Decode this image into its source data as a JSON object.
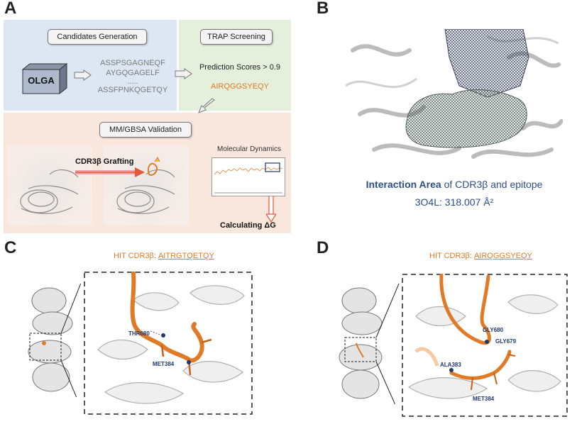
{
  "panels": {
    "a": "A",
    "b": "B",
    "c": "C",
    "d": "D"
  },
  "panel_a": {
    "candidates_title": "Candidates Generation",
    "trap_title": "TRAP Screening",
    "validation_title": "MM/GBSA Validation",
    "olga_label": "OLGA",
    "sequences": [
      "ASSPSGAGNEQF",
      "AYGQGAGELF",
      ".....",
      "ASSFPNKQGETQY"
    ],
    "prediction_label": "Prediction Scores > 0.9",
    "selected_sequence": "AIRQGGSYEQY",
    "grafting_label": "CDR3β Grafting",
    "md_label": "Molecular Dynamics",
    "calc_label": "Calculating ΔG",
    "colors": {
      "blue_bg": "#dde6f3",
      "green_bg": "#e4efdc",
      "pink_bg": "#f9e6dc",
      "accent": "#e07a26"
    }
  },
  "panel_b": {
    "interaction_bold": "Interaction Area",
    "interaction_rest": " of CDR3β and epitope",
    "area_value": "3O4L: 318.007 Å²"
  },
  "panel_c": {
    "hit_prefix": "HIT CDR3β: ",
    "hit_sequence": "AITRGTQETQY",
    "residues": [
      "THR680",
      "MET384"
    ]
  },
  "panel_d": {
    "hit_prefix": "HIT CDR3β: ",
    "hit_sequence": "AIRQGGSYEQY",
    "residues": [
      "GLY680",
      "GLY679",
      "ALA383",
      "MET384"
    ]
  }
}
